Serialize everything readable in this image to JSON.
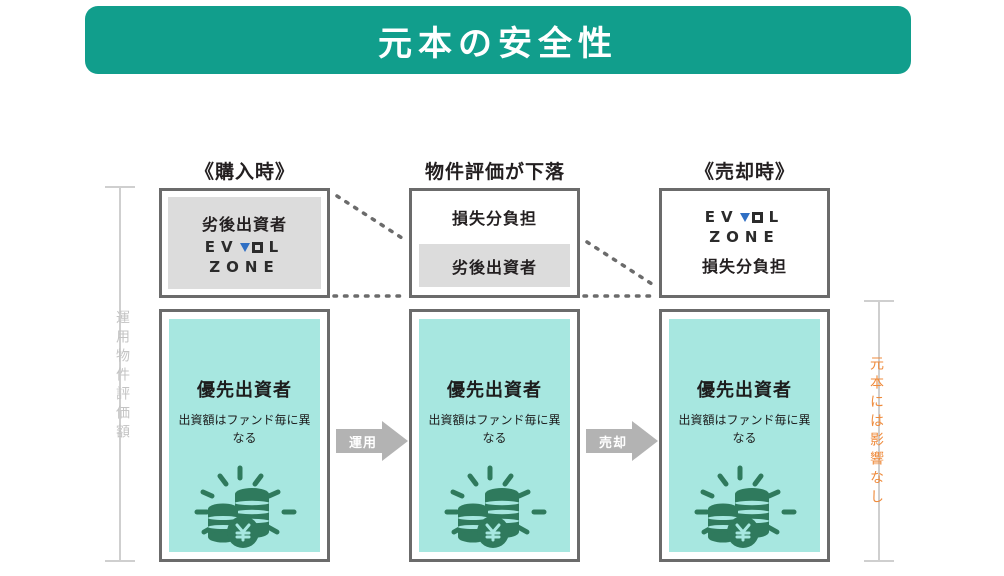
{
  "title": {
    "text": "元本の安全性",
    "background_color": "#119e8c",
    "text_color": "#ffffff"
  },
  "columns": [
    {
      "header": "《購入時》",
      "top_box": {
        "style": "grey-panel",
        "heading": "劣後出資者",
        "logo": {
          "line1": "EVOL",
          "line2": "ZONE",
          "accent_color": "#2f6fc4"
        }
      }
    },
    {
      "header": "物件評価が下落",
      "top_box": {
        "style": "label-and-band",
        "label": "損失分負担",
        "band_text": "劣後出資者"
      }
    },
    {
      "header": "《売却時》",
      "top_box": {
        "style": "logo-and-label",
        "label": "損失分負担",
        "logo": {
          "line1": "EVOL",
          "line2": "ZONE",
          "accent_color": "#2f6fc4"
        }
      }
    }
  ],
  "bottom_boxes": [
    {
      "heading": "優先出資者",
      "sub": "出資額はファンド毎に異なる",
      "icon": "coin-stack-yen-icon",
      "fill_color": "#a7e7e0"
    },
    {
      "heading": "優先出資者",
      "sub": "出資額はファンド毎に異なる",
      "icon": "coin-stack-yen-icon",
      "fill_color": "#a7e7e0"
    },
    {
      "heading": "優先出資者",
      "sub": "出資額はファンド毎に異なる",
      "icon": "coin-stack-yen-icon",
      "fill_color": "#a7e7e0"
    }
  ],
  "arrows": [
    {
      "label": "運用",
      "color": "#b3b3b3"
    },
    {
      "label": "売却",
      "color": "#b3b3b3"
    }
  ],
  "axes": {
    "left": {
      "text": "運用物件評価額",
      "color": "#c4c4c4"
    },
    "right": {
      "text": "元本には影響なし",
      "color": "#ef8b3c"
    }
  }
}
